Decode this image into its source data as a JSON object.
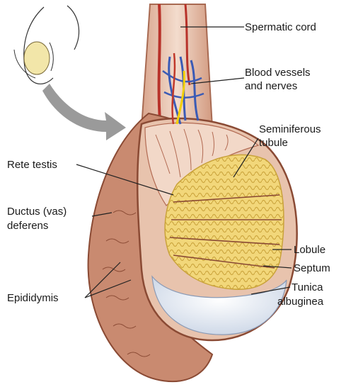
{
  "labels": {
    "spermatic_cord": "Spermatic cord",
    "blood_vessels_line1": "Blood vessels",
    "blood_vessels_line2": "and nerves",
    "seminiferous_line1": "Seminiferous",
    "seminiferous_line2": "tubule",
    "rete_testis": "Rete testis",
    "ductus_line1": "Ductus (vas)",
    "ductus_line2": "deferens",
    "lobule": "Lobule",
    "septum": "Septum",
    "epididymis": "Epididymis",
    "tunica_line1": "Tunica",
    "tunica_line2": "albuginea"
  },
  "colors": {
    "tissue_outer": "#b5725a",
    "tissue_inner": "#e6b8a2",
    "tubule_yellow": "#f2d77a",
    "tubule_outline": "#c9a23a",
    "artery": "#c0392b",
    "vein": "#3b5bb5",
    "nerve": "#f3d000",
    "cavity": "#e9eef6",
    "arrow": "#9a9a9a"
  }
}
